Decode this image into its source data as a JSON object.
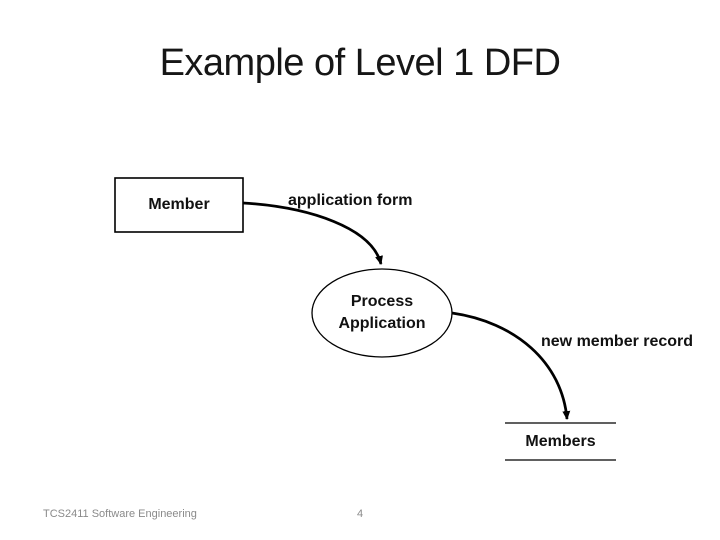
{
  "slide": {
    "title": "Example of Level 1 DFD",
    "footer": "TCS2411 Software Engineering",
    "page_number": "4"
  },
  "diagram": {
    "type": "data-flow-diagram",
    "external_entity": {
      "label": "Member",
      "shape": "rectangle"
    },
    "process": {
      "lines": [
        "Process",
        "Application"
      ],
      "shape": "ellipse"
    },
    "data_store": {
      "label": "Members",
      "shape": "open-ended-lines"
    },
    "flows": [
      {
        "label": "application form",
        "from": "Member",
        "to": "Process Application"
      },
      {
        "label": "new member record",
        "from": "Process Application",
        "to": "Members"
      }
    ],
    "colors": {
      "ink": "#000000",
      "background": "#ffffff",
      "footer_gray": "#8a8a8a"
    }
  }
}
